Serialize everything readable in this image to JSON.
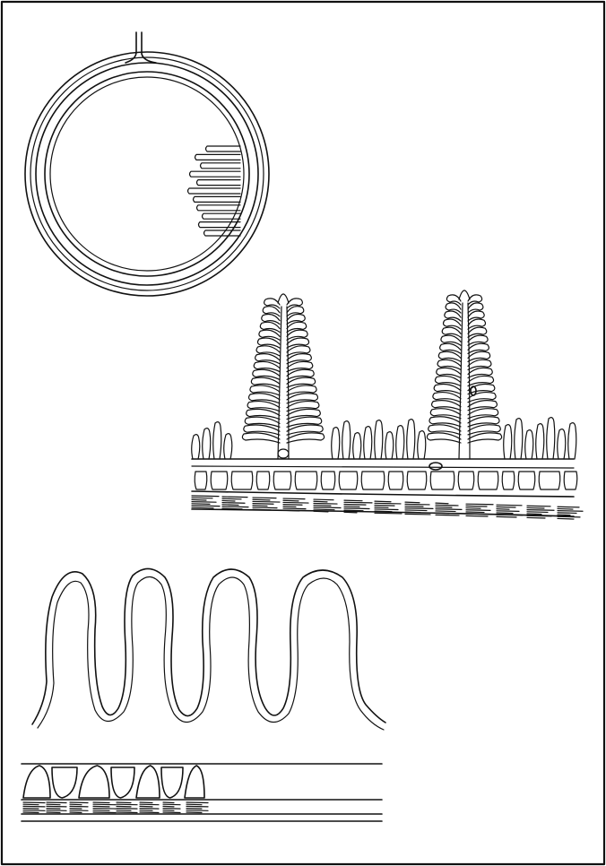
{
  "colors": {
    "ink": "#111111",
    "paper": "#ffffff"
  },
  "figures": [
    {
      "id": "ring",
      "description_icon": "ring-section-drawing"
    },
    {
      "id": "villi",
      "description_icon": "villi-section-drawing"
    },
    {
      "id": "folds",
      "description_icon": "folds-section-drawing"
    }
  ]
}
